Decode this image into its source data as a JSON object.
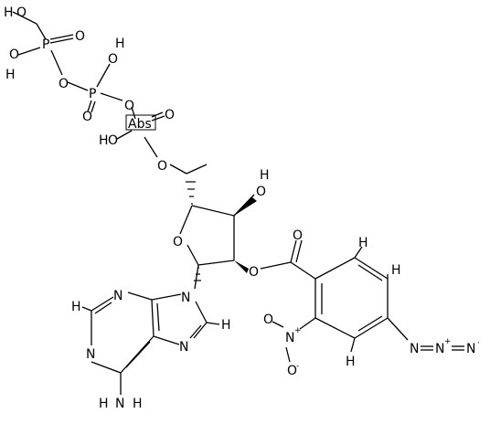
{
  "molecule": {
    "labels": {
      "o": "O",
      "h": "H",
      "p": "P",
      "n": "N",
      "abs": "Abs",
      "plus": "+",
      "minus": "-",
      "dot": "·"
    }
  }
}
